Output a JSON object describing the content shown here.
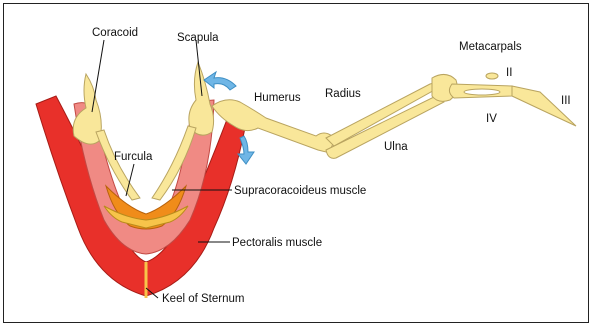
{
  "diagram": {
    "labels": {
      "coracoid": "Coracoid",
      "scapula": "Scapula",
      "humerus": "Humerus",
      "radius": "Radius",
      "metacarpals": "Metacarpals",
      "digit_ii": "II",
      "digit_iii": "III",
      "digit_iv": "IV",
      "ulna": "Ulna",
      "furcula": "Furcula",
      "supracoracoideus": "Supracoracoideus muscle",
      "pectoralis": "Pectoralis muscle",
      "keel": "Keel of Sternum"
    },
    "colors": {
      "bone": "#f9e79a",
      "bone_outline": "#b9a460",
      "pectoralis": "#e8302a",
      "pectoralis_light": "#f08a84",
      "supracoracoideus": "#f08c1a",
      "furcula_fill": "#f7c44a",
      "arrow": "#6fb6e6"
    }
  }
}
